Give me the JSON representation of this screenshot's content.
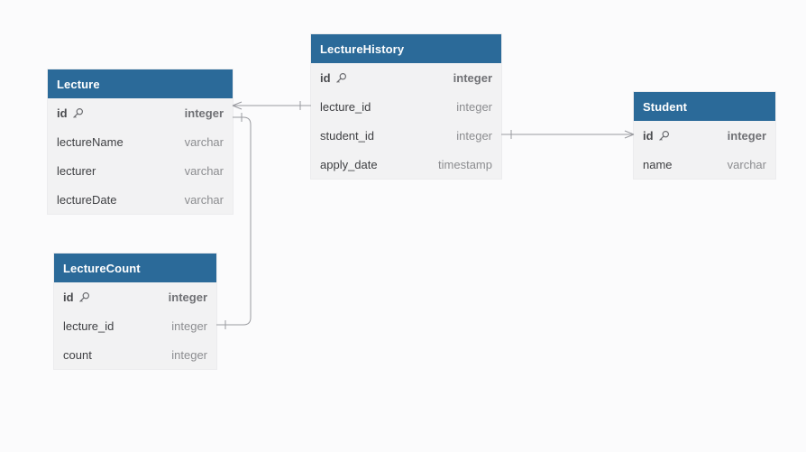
{
  "colors": {
    "header_bg": "#2b6a99",
    "table_bg": "#f2f2f3",
    "canvas_bg": "#fbfbfc",
    "connector": "#9a9ba0"
  },
  "tables": {
    "lecture": {
      "title": "Lecture",
      "columns": [
        {
          "name": "id",
          "type": "integer",
          "primary_key": true
        },
        {
          "name": "lectureName",
          "type": "varchar"
        },
        {
          "name": "lecturer",
          "type": "varchar"
        },
        {
          "name": "lectureDate",
          "type": "varchar"
        }
      ]
    },
    "lecture_history": {
      "title": "LectureHistory",
      "columns": [
        {
          "name": "id",
          "type": "integer",
          "primary_key": true
        },
        {
          "name": "lecture_id",
          "type": "integer"
        },
        {
          "name": "student_id",
          "type": "integer"
        },
        {
          "name": "apply_date",
          "type": "timestamp"
        }
      ]
    },
    "student": {
      "title": "Student",
      "columns": [
        {
          "name": "id",
          "type": "integer",
          "primary_key": true
        },
        {
          "name": "name",
          "type": "varchar"
        }
      ]
    },
    "lecture_count": {
      "title": "LectureCount",
      "columns": [
        {
          "name": "id",
          "type": "integer",
          "primary_key": true
        },
        {
          "name": "lecture_id",
          "type": "integer"
        },
        {
          "name": "count",
          "type": "integer"
        }
      ]
    }
  },
  "relationships": [
    {
      "from": "Lecture.id",
      "from_cardinality": "many",
      "to": "LectureHistory.lecture_id",
      "to_cardinality": "one"
    },
    {
      "from": "LectureHistory.student_id",
      "from_cardinality": "one",
      "to": "Student.id",
      "to_cardinality": "many"
    },
    {
      "from": "Lecture.id",
      "from_cardinality": "one",
      "to": "LectureCount.lecture_id",
      "to_cardinality": "one"
    }
  ]
}
